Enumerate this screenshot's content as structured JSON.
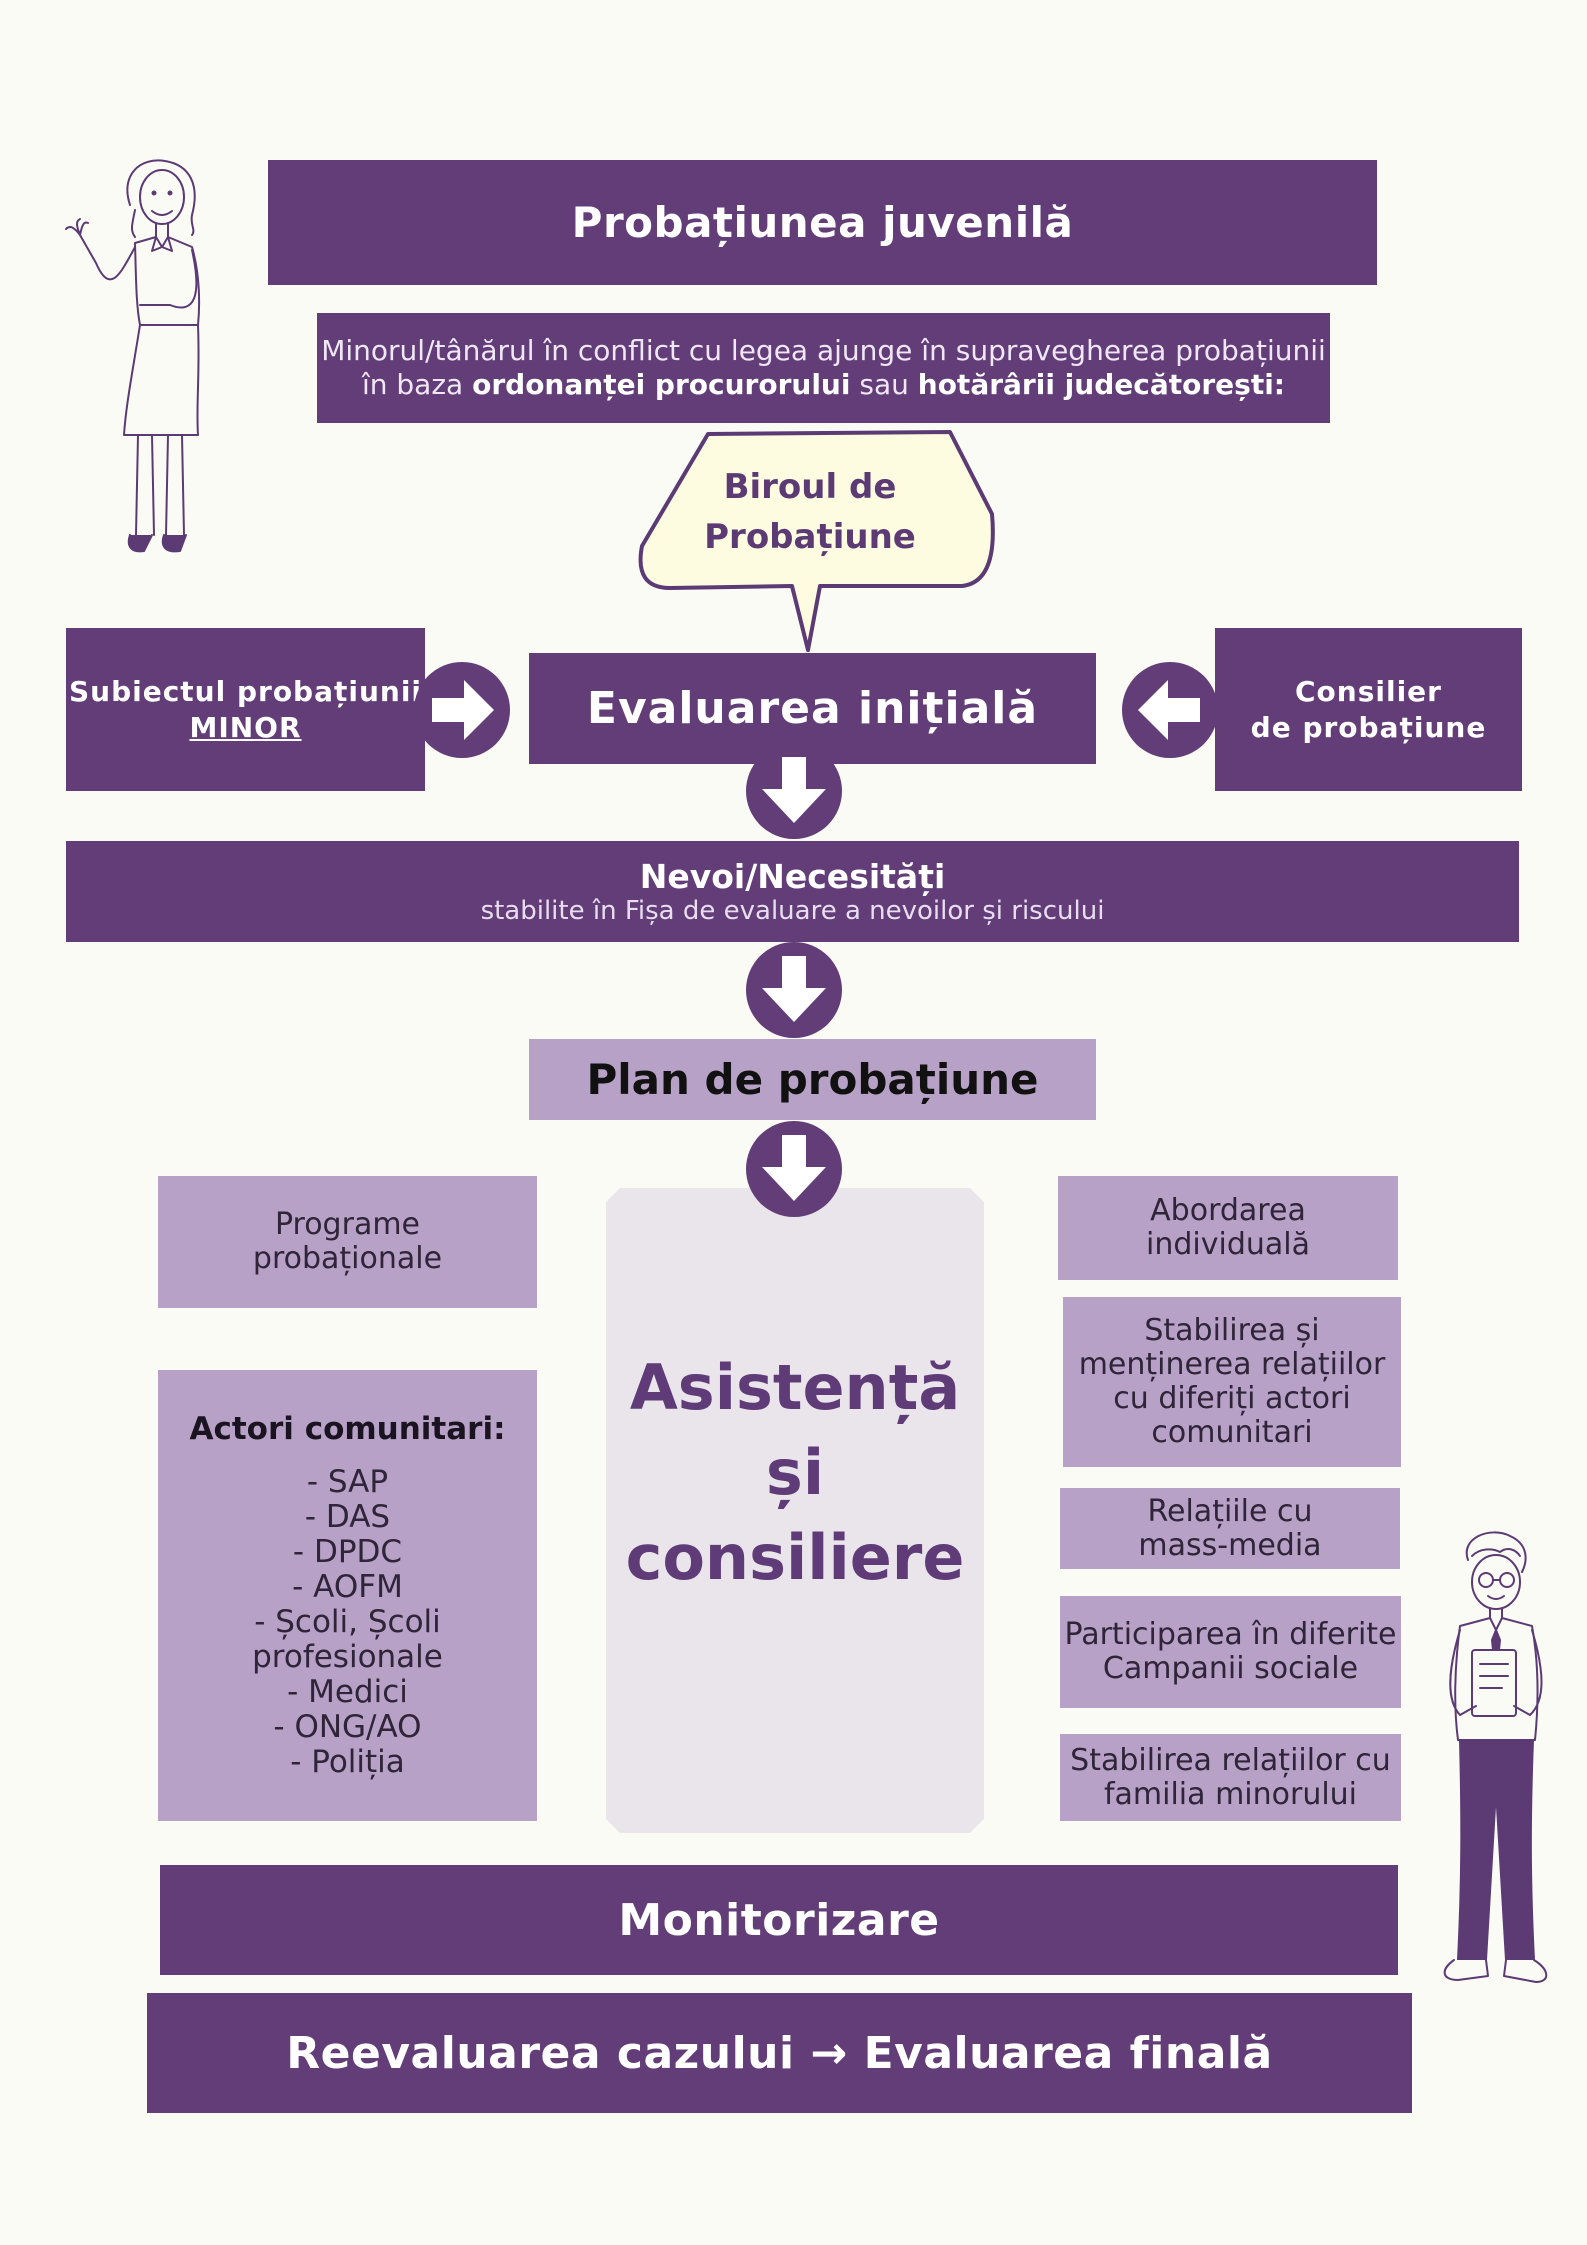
{
  "title": "Probațiunea juvenilă",
  "intro": {
    "line1": "Minorul/tânărul în conflict cu legea ajunge în supravegherea probațiunii",
    "line2_pre": "în baza",
    "line2_bold1": "ordonanței procurorului",
    "line2_mid": "sau",
    "line2_bold2": "hotărârii judecătorești:"
  },
  "bubble": {
    "line1": "Biroul de",
    "line2": "Probațiune"
  },
  "subject": {
    "line1": "Subiectul probațiunii",
    "line2": "MINOR"
  },
  "evaluation": "Evaluarea inițială",
  "counselor": {
    "line1": "Consilier",
    "line2": "de probațiune"
  },
  "needs": {
    "title": "Nevoi/Necesități",
    "subtitle": "stabilite în Fișa de evaluare a nevoilor și riscului"
  },
  "plan": "Plan de probațiune",
  "programs": {
    "line1": "Programe",
    "line2": "probaționale"
  },
  "actors": {
    "title": "Actori comunitari:",
    "items": [
      "- SAP",
      "- DAS",
      "- DPDC",
      "- AOFM",
      "- Școli, Școli",
      "profesionale",
      "- Medici",
      "- ONG/AO",
      "- Poliția"
    ]
  },
  "assistance": {
    "line1": "Asistență",
    "line2": "și",
    "line3": "consiliere"
  },
  "right_boxes": [
    {
      "line1": "Abordarea",
      "line2": "individuală"
    },
    {
      "line1": "Stabilirea și",
      "line2": "menținerea relațiilor",
      "line3": "cu diferiți actori",
      "line4": "comunitari"
    },
    {
      "line1": "Relațiile cu",
      "line2": "mass-media"
    },
    {
      "line1": "Participarea în diferite",
      "line2": "Campanii sociale"
    },
    {
      "line1": "Stabilirea relațiilor cu",
      "line2": "familia minorului"
    }
  ],
  "monitoring": "Monitorizare",
  "final": "Reevaluarea cazului → Evaluarea finală",
  "colors": {
    "dark": "#623d78",
    "light": "#b7a1c6",
    "bubble": "#fdfbe0",
    "background": "#fbfbf6"
  },
  "icons": [
    "arrow-right-icon",
    "arrow-left-icon",
    "arrow-down-icon",
    "woman-illustration",
    "man-illustration"
  ]
}
